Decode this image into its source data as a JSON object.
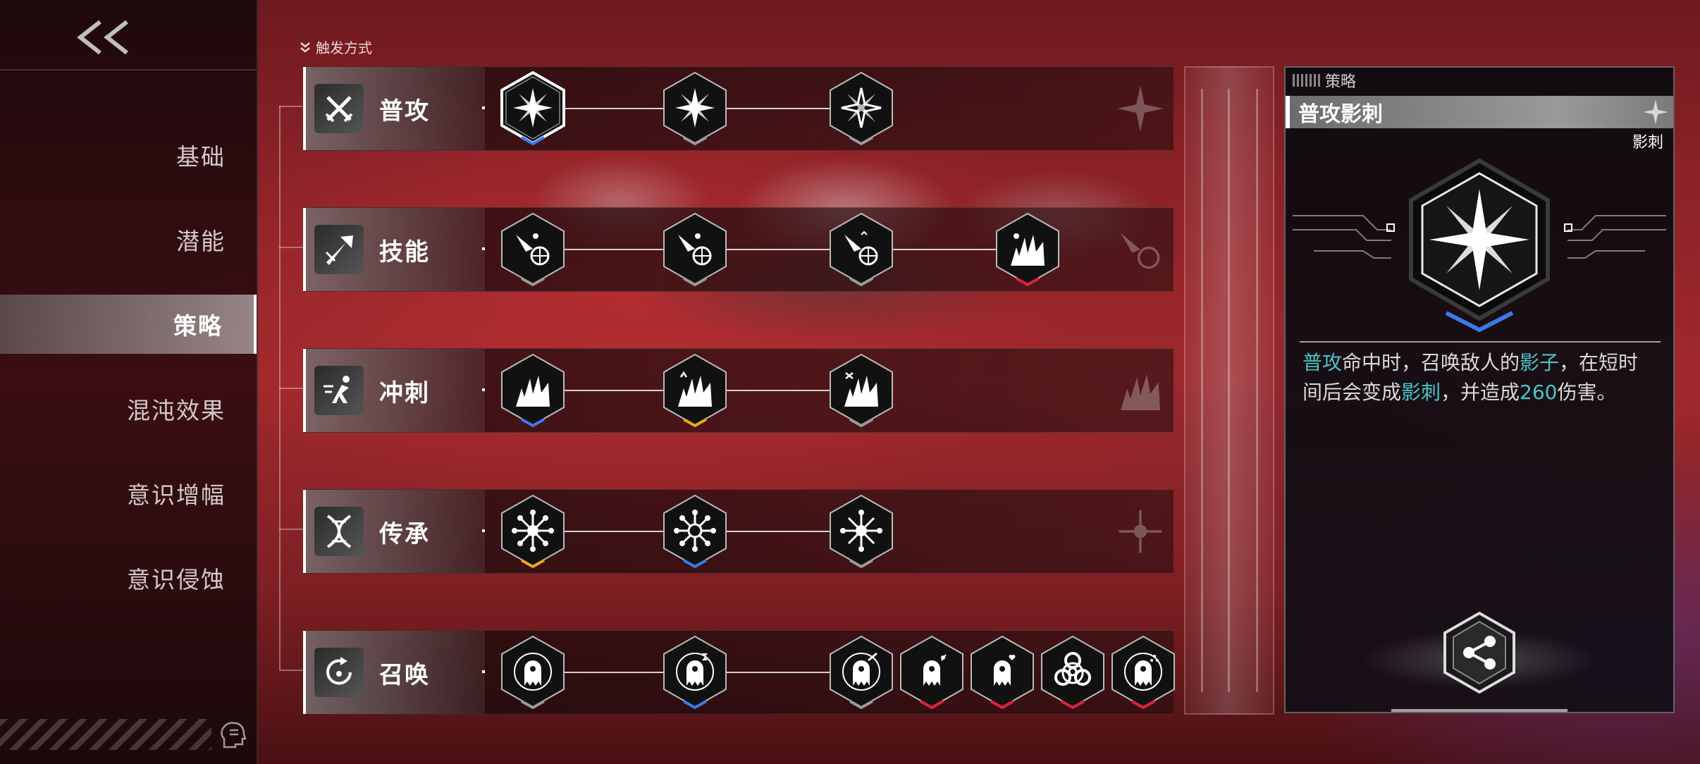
{
  "sidebar": {
    "items": [
      {
        "label": "基础"
      },
      {
        "label": "潜能"
      },
      {
        "label": "策略",
        "active": true
      },
      {
        "label": "混沌效果"
      },
      {
        "label": "意识增幅"
      },
      {
        "label": "意识侵蚀"
      }
    ]
  },
  "trigger_header": "触发方式",
  "rows": [
    {
      "label": "普攻",
      "nodes": 3
    },
    {
      "label": "技能",
      "nodes": 4
    },
    {
      "label": "冲刺",
      "nodes": 3
    },
    {
      "label": "传承",
      "nodes": 3
    },
    {
      "label": "召唤",
      "nodes": 7
    }
  ],
  "panel": {
    "tab": "策略",
    "title": "普攻影刺",
    "subtitle": "影刺",
    "description": {
      "kw1": "普攻",
      "t1": "命中时，召唤敌人的",
      "kw2": "影子",
      "t2": "，在短时间后会变成",
      "kw3": "影刺",
      "t3": "，并造成",
      "kw4": "260",
      "t4": "伤害。"
    }
  },
  "colors": {
    "accent_blue": "#3a7ae8",
    "accent_gold": "#e8a820",
    "accent_red": "#e0203a",
    "keyword_teal": "#46c8c8"
  }
}
